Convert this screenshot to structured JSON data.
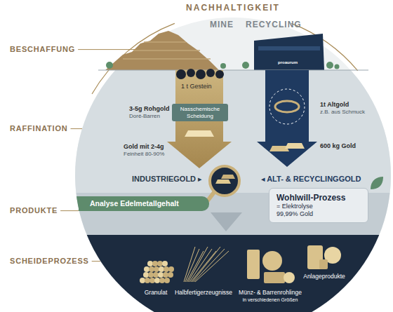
{
  "diagram": {
    "title": "NACHHALTIGKEIT",
    "nodes": [
      {
        "text": [
          "Nasschemische Scheidung"
        ]
      },
      {
        "text": [
          "Analyse Edelmetallgehalt"
        ]
      },
      {
        "text": [
          "Wohlwill-Prozess",
          "= Elektrolyse",
          "99,99% Gold"
        ]
      }
    ],
    "labels": [
      "BESCHAFFUNG",
      "RAFFINATION",
      "PRODUKTE",
      "SCHEIDEPROZESS",
      "MINE",
      "RECYCLING",
      "proaurum",
      "1 t Gestein",
      "3-5g Rohgold",
      "Doré-Barren",
      "Gold mit 2-4g",
      "Feinheit 80-90%",
      "1t Altgold",
      "z.B. aus Schmuck",
      "600 kg Gold",
      "INDUSTRIEGOLD ▸",
      "◂ ALT- & RECYCLINGGOLD",
      "Granulat",
      "Halbfertigerzeugnisse",
      "Münz- & Barrenrohlinge",
      "in verschiedenen Größen",
      "Anlageprodukte"
    ]
  }
}
